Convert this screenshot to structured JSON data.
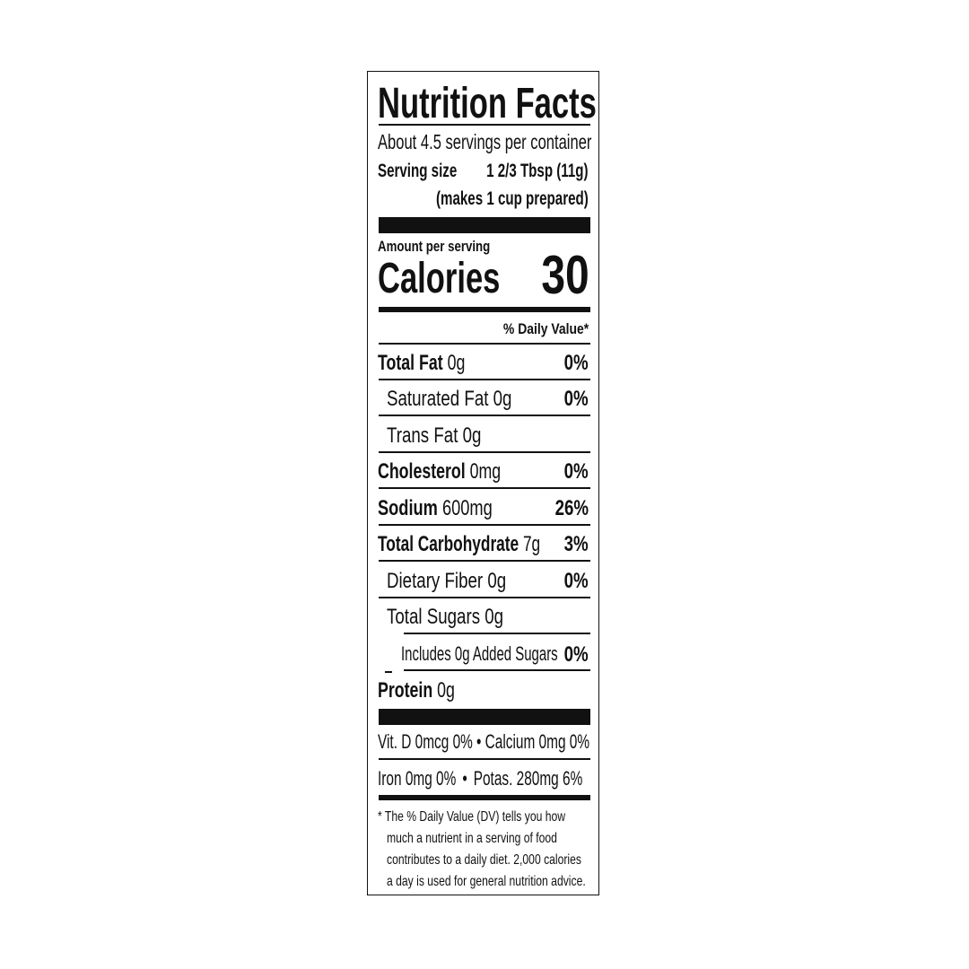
{
  "label": {
    "title": "Nutrition Facts",
    "servings_per_container": "About 4.5 servings per container",
    "serving_size_label": "Serving size",
    "serving_size_value": "1 2/3 Tbsp (11g)",
    "serving_note": "(makes 1 cup prepared)",
    "amount_per_serving": "Amount per serving",
    "calories_label": "Calories",
    "calories_value": "30",
    "daily_value_header": "% Daily Value*",
    "nutrients": [
      {
        "name": "Total Fat",
        "amount": "0g",
        "dv": "0%"
      },
      {
        "name": "Saturated Fat 0g",
        "amount": "",
        "dv": "0%"
      },
      {
        "name": "Trans Fat 0g",
        "amount": "",
        "dv": ""
      },
      {
        "name": "Cholesterol",
        "amount": "0mg",
        "dv": "0%"
      },
      {
        "name": "Sodium",
        "amount": "600mg",
        "dv": "26%"
      },
      {
        "name": "Total Carbohydrate",
        "amount": "7g",
        "dv": "3%"
      },
      {
        "name": "Dietary Fiber 0g",
        "amount": "",
        "dv": "0%"
      },
      {
        "name": "Total Sugars 0g",
        "amount": "",
        "dv": ""
      },
      {
        "name": "Includes 0g Added Sugars",
        "amount": "",
        "dv": "0%"
      },
      {
        "name": "Protein",
        "amount": "0g",
        "dv": ""
      }
    ],
    "vitamins": {
      "row1_left": "Vit. D 0mcg 0%",
      "row1_right": "Calcium 0mg 0%",
      "row2_left": "Iron 0mg 0%",
      "row2_right": "Potas. 280mg 6%",
      "bullet": "•"
    },
    "footnote": [
      "* The % Daily Value (DV) tells you how",
      "much a nutrient in a serving of food",
      "contributes to a daily diet. 2,000 calories",
      "a day is used for general nutrition advice."
    ]
  }
}
